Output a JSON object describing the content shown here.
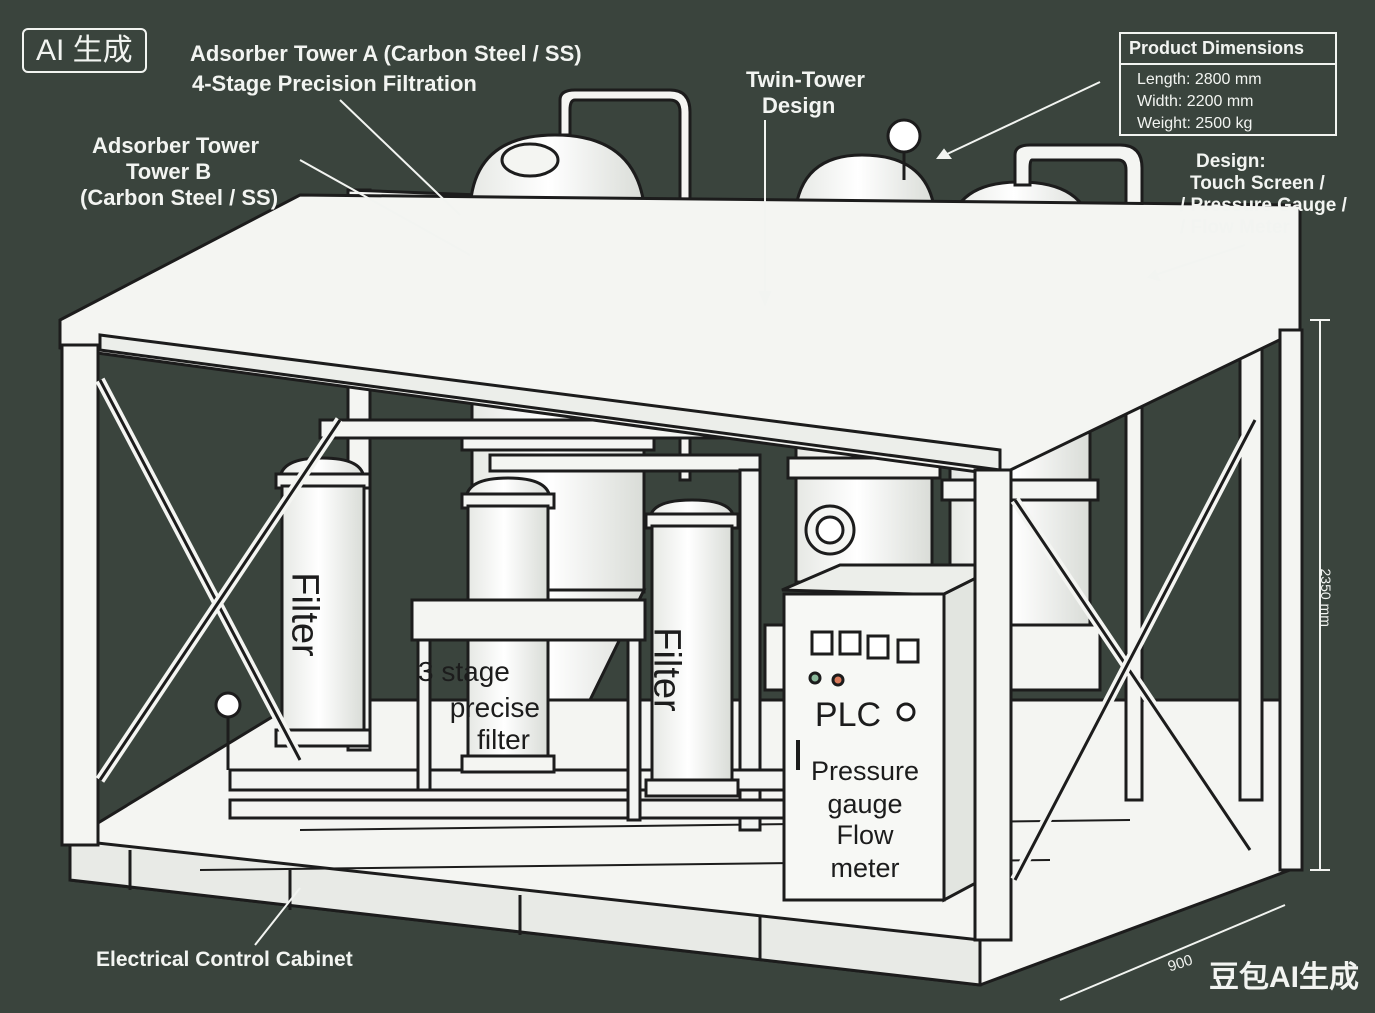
{
  "badge": "AI 生成",
  "labels": {
    "tower_a_line1": "Adsorber Tower A (Carbon Steel / SS)",
    "tower_a_line2": "4-Stage Precision Filtration",
    "tower_b_line1": "Adsorber Tower",
    "tower_b_line2": "Tower B",
    "tower_b_line3": "(Carbon Steel / SS)",
    "twin_line1": "Twin-Tower",
    "twin_line2": "Design",
    "design_line1": "Design:",
    "design_line2": "Touch Screen /",
    "design_line3": "/ Pressure Gauge /",
    "design_line4": "/ Flow Meter",
    "cabinet": "Electrical Control Cabinet",
    "dim_height": "2350 mm",
    "dim_depth": "900"
  },
  "dimensions_box": {
    "title": "Product Dimensions",
    "length": "Length: 2800 mm",
    "width": "Width: 2200 mm",
    "weight": "Weight: 2500 kg"
  },
  "equipment": {
    "filter_left": "Filter",
    "filter_right": "Filter",
    "stage_line1": "3 stage",
    "stage_line2": "precise",
    "stage_line3": "filter",
    "plc": "PLC",
    "panel_line1": "Pressure",
    "panel_line2": "gauge",
    "panel_line3": "Flow",
    "panel_line4": "meter"
  },
  "watermark": "豆包AI生成",
  "colors": {
    "background": "#3a443d",
    "ink": "#f2f4f1",
    "outline": "#1c1c1c",
    "metal": "#f4f5f2"
  }
}
